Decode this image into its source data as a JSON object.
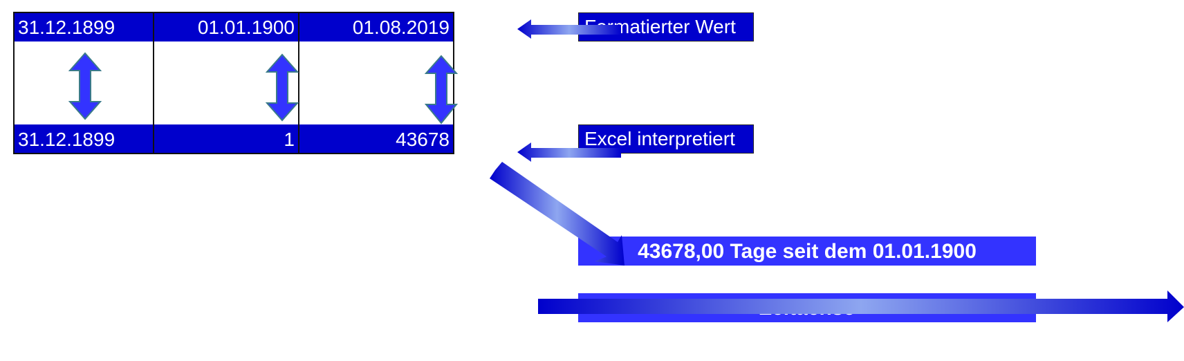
{
  "table": {
    "top_row": [
      "31.12.1899",
      "01.01.1900",
      "01.08.2019"
    ],
    "bottom_row": [
      "31.12.1899",
      "1",
      "43678"
    ]
  },
  "labels": {
    "formatted": "Formatierter Wert",
    "interpreted": "Excel interpretiert"
  },
  "timeline": {
    "days_text": "43678,00  Tage seit dem 01.01.1900",
    "axis_label": "Zeitachse"
  },
  "colors": {
    "dark_blue": "#0000cc",
    "mid_blue": "#3333ff",
    "light_blue": "#8ea6f0"
  }
}
